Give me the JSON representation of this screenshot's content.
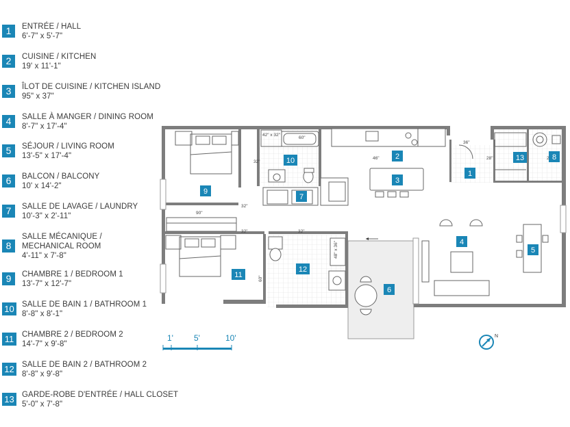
{
  "legend": [
    {
      "num": "1",
      "name": "ENTRÉE / HALL",
      "size": "6'-7\" x 5'-7\""
    },
    {
      "num": "2",
      "name": "CUISINE / KITCHEN",
      "size": "19' x 11'-1\""
    },
    {
      "num": "3",
      "name": "ÎLOT DE CUISINE / KITCHEN ISLAND",
      "size": "95\" x 37\""
    },
    {
      "num": "4",
      "name": "SALLE À MANGER / DINING ROOM",
      "size": "8'-7\" x 17'-4\""
    },
    {
      "num": "5",
      "name": "SÉJOUR / LIVING ROOM",
      "size": "13'-5\" x 17'-4\""
    },
    {
      "num": "6",
      "name": "BALCON / BALCONY",
      "size": "10' x 14'-2\""
    },
    {
      "num": "7",
      "name": "SALLE DE LAVAGE / LAUNDRY",
      "size": "10'-3\" x 2'-11\""
    },
    {
      "num": "8",
      "name": "SALLE MÉCANIQUE /",
      "name2": "MECHANICAL ROOM",
      "size": "4'-11\" x 7'-8\""
    },
    {
      "num": "9",
      "name": "CHAMBRE 1 / BEDROOM 1",
      "size": "13'-7\" x 12'-7\""
    },
    {
      "num": "10",
      "name": "SALLE DE BAIN 1 / BATHROOM 1",
      "size": "8'-8\" x 8'-1\""
    },
    {
      "num": "11",
      "name": "CHAMBRE 2 / BEDROOM 2",
      "size": "14'-7\" x 9'-8\""
    },
    {
      "num": "12",
      "name": "SALLE DE BAIN 2 / BATHROOM 2",
      "size": "8'-8\" x 9'-8\""
    },
    {
      "num": "13",
      "name": "GARDE-ROBE D'ENTRÉE / HALL CLOSET",
      "size": "5'-0\" x 7'-8\""
    }
  ],
  "room_tags": [
    "1",
    "2",
    "3",
    "4",
    "5",
    "6",
    "7",
    "8",
    "9",
    "10",
    "11",
    "12",
    "13"
  ],
  "dimensions": [
    "42\" x 32\"",
    "60\"",
    "32\"",
    "46\"",
    "36\"",
    "28\"",
    "28\"",
    "90\"",
    "32\"",
    "32\"",
    "32\"",
    "48\" x 36\"",
    "60\""
  ],
  "scale_bar": {
    "labels": [
      "1'",
      "5'",
      "10'"
    ]
  },
  "compass": {
    "label": "N"
  },
  "colors": {
    "accent": "#1a86b6",
    "wall": "#777777",
    "tile": "#e6e6e6",
    "balcony": "#eeeeee"
  }
}
